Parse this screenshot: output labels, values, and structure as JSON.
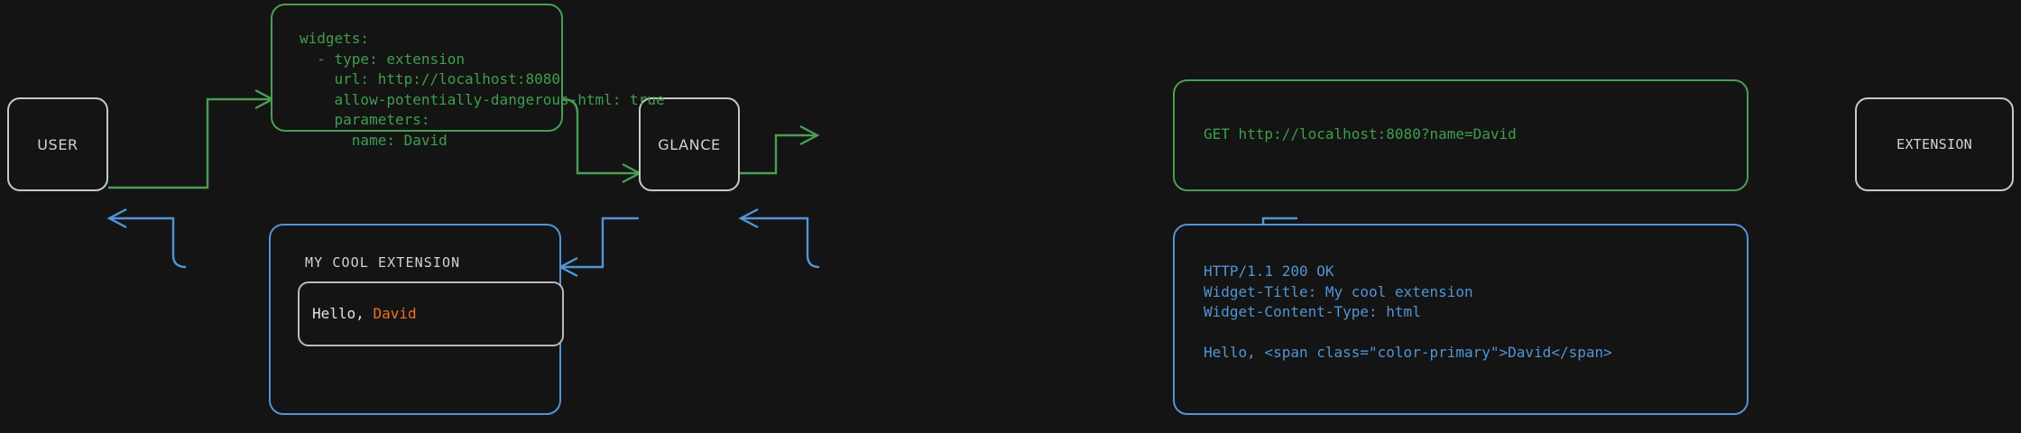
{
  "theme": {
    "background": "#141414",
    "node_border": "#c9c9c9",
    "node_text": "#d2d2d2",
    "request_green": "#4a9e52",
    "response_blue": "#5294d6",
    "accent_orange": "#ea7124",
    "inner_border": "#b9b9b9"
  },
  "nodes": {
    "user": {
      "label": "USER"
    },
    "glance": {
      "label": "GLANCE"
    },
    "extension": {
      "label": "EXTENSION"
    }
  },
  "panels": {
    "config": {
      "kind": "request",
      "color": "#4a9e52",
      "text": "widgets:\n  - type: extension\n    url: http://localhost:8080\n    allow-potentially-dangerous-html: true\n    parameters:\n      name: David"
    },
    "http_request": {
      "kind": "request",
      "color": "#4a9e52",
      "text": "GET http://localhost:8080?name=David"
    },
    "http_response": {
      "kind": "response",
      "color": "#5294d6",
      "text": "HTTP/1.1 200 OK\nWidget-Title: My cool extension\nWidget-Content-Type: html\n\nHello, <span class=\"color-primary\">David</span>"
    },
    "rendered_widget": {
      "kind": "response",
      "color": "#5294d6",
      "title": "MY COOL EXTENSION",
      "body_prefix": "Hello, ",
      "body_accent": "David"
    }
  },
  "connectors": [
    {
      "name": "user-to-config",
      "direction": "right",
      "color": "#4a9e52"
    },
    {
      "name": "config-to-glance",
      "direction": "right",
      "color": "#4a9e52"
    },
    {
      "name": "glance-to-request",
      "direction": "right",
      "color": "#4a9e52"
    },
    {
      "name": "request-to-extension",
      "direction": "right",
      "color": "#4a9e52"
    },
    {
      "name": "extension-to-response",
      "direction": "left",
      "color": "#5294d6"
    },
    {
      "name": "response-to-glance",
      "direction": "left",
      "color": "#5294d6"
    },
    {
      "name": "glance-to-widget",
      "direction": "left",
      "color": "#5294d6"
    },
    {
      "name": "widget-to-user",
      "direction": "left",
      "color": "#5294d6"
    }
  ]
}
